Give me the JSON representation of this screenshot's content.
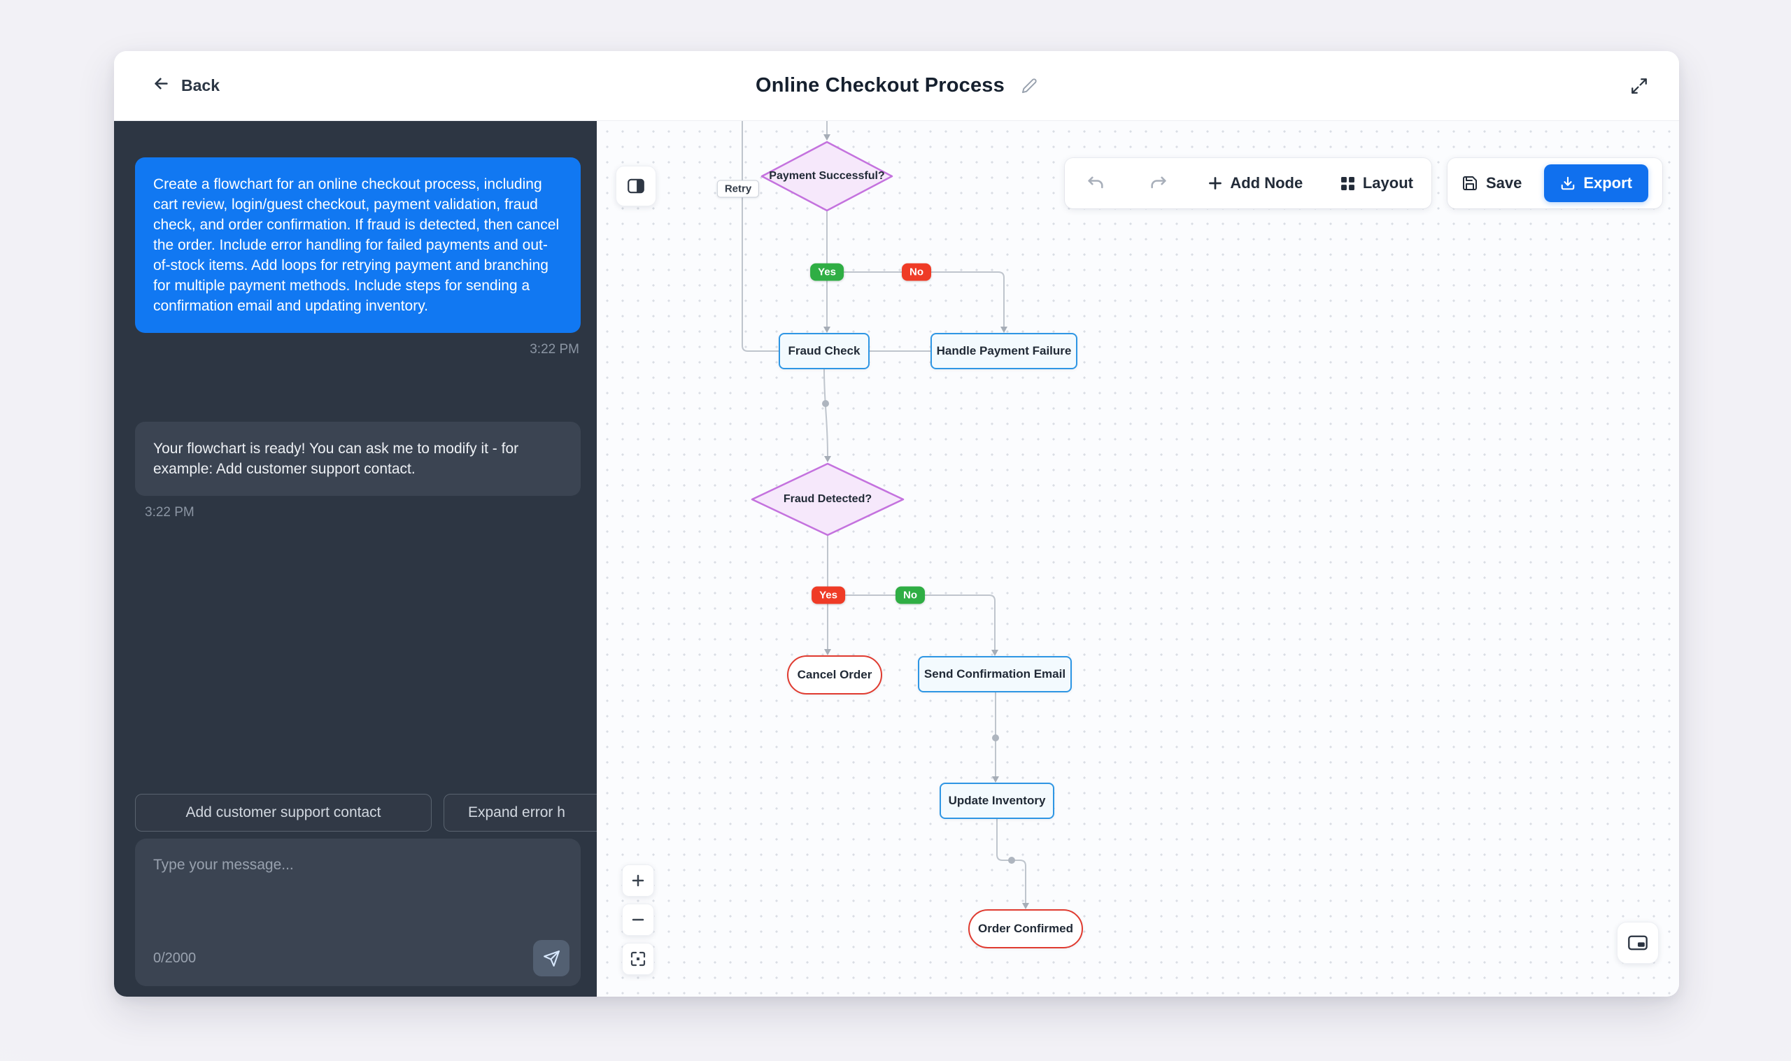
{
  "header": {
    "back_label": "Back",
    "title": "Online Checkout Process"
  },
  "chat": {
    "user_message": {
      "text": "Create a flowchart for an online checkout process, including cart review, login/guest checkout, payment validation, fraud check, and order confirmation. If fraud is detected, then cancel the order. Include error handling for failed payments and out-of-stock items. Add loops for retrying payment and branching for multiple payment methods. Include steps for sending a confirmation email and updating inventory.",
      "time": "3:22 PM"
    },
    "assistant_message": {
      "text": "Your flowchart is ready! You can ask me to modify it - for example: Add customer support contact.",
      "time": "3:22 PM"
    },
    "suggestions": [
      {
        "label": "Add customer support contact"
      },
      {
        "label": "Expand error h"
      }
    ],
    "input": {
      "placeholder": "Type your message...",
      "char_count": "0/2000"
    }
  },
  "toolbar": {
    "add_node_label": "Add Node",
    "layout_label": "Layout",
    "save_label": "Save",
    "export_label": "Export"
  },
  "flowchart": {
    "nodes": {
      "payment_successful": "Payment Successful?",
      "fraud_check": "Fraud Check",
      "handle_payment_failure": "Handle Payment Failure",
      "fraud_detected": "Fraud Detected?",
      "cancel_order": "Cancel Order",
      "send_confirmation_email": "Send Confirmation Email",
      "update_inventory": "Update Inventory",
      "order_confirmed": "Order Confirmed"
    },
    "edge_labels": {
      "retry": "Retry",
      "payment_yes": "Yes",
      "payment_no": "No",
      "fraud_yes": "Yes",
      "fraud_no": "No"
    },
    "edges": [
      {
        "from": "offscreen-top",
        "to": "Payment Successful?"
      },
      {
        "from": "Payment Successful?",
        "to": "Fraud Check",
        "label": "Yes"
      },
      {
        "from": "Payment Successful?",
        "to": "Handle Payment Failure",
        "label": "No"
      },
      {
        "from": "Handle Payment Failure",
        "to": "offscreen-top",
        "label": "Retry"
      },
      {
        "from": "Fraud Check",
        "to": "Fraud Detected?"
      },
      {
        "from": "Fraud Detected?",
        "to": "Cancel Order",
        "label": "Yes"
      },
      {
        "from": "Fraud Detected?",
        "to": "Send Confirmation Email",
        "label": "No"
      },
      {
        "from": "Send Confirmation Email",
        "to": "Update Inventory"
      },
      {
        "from": "Update Inventory",
        "to": "Order Confirmed"
      }
    ],
    "colors": {
      "decision_fill": "#f6e8fb",
      "decision_border": "#c472de",
      "process_border": "#2e96e4",
      "terminal_border": "#e03b30",
      "yes_green": "#2fae44",
      "no_red": "#ef3b26",
      "accent_blue": "#1070ee"
    }
  }
}
